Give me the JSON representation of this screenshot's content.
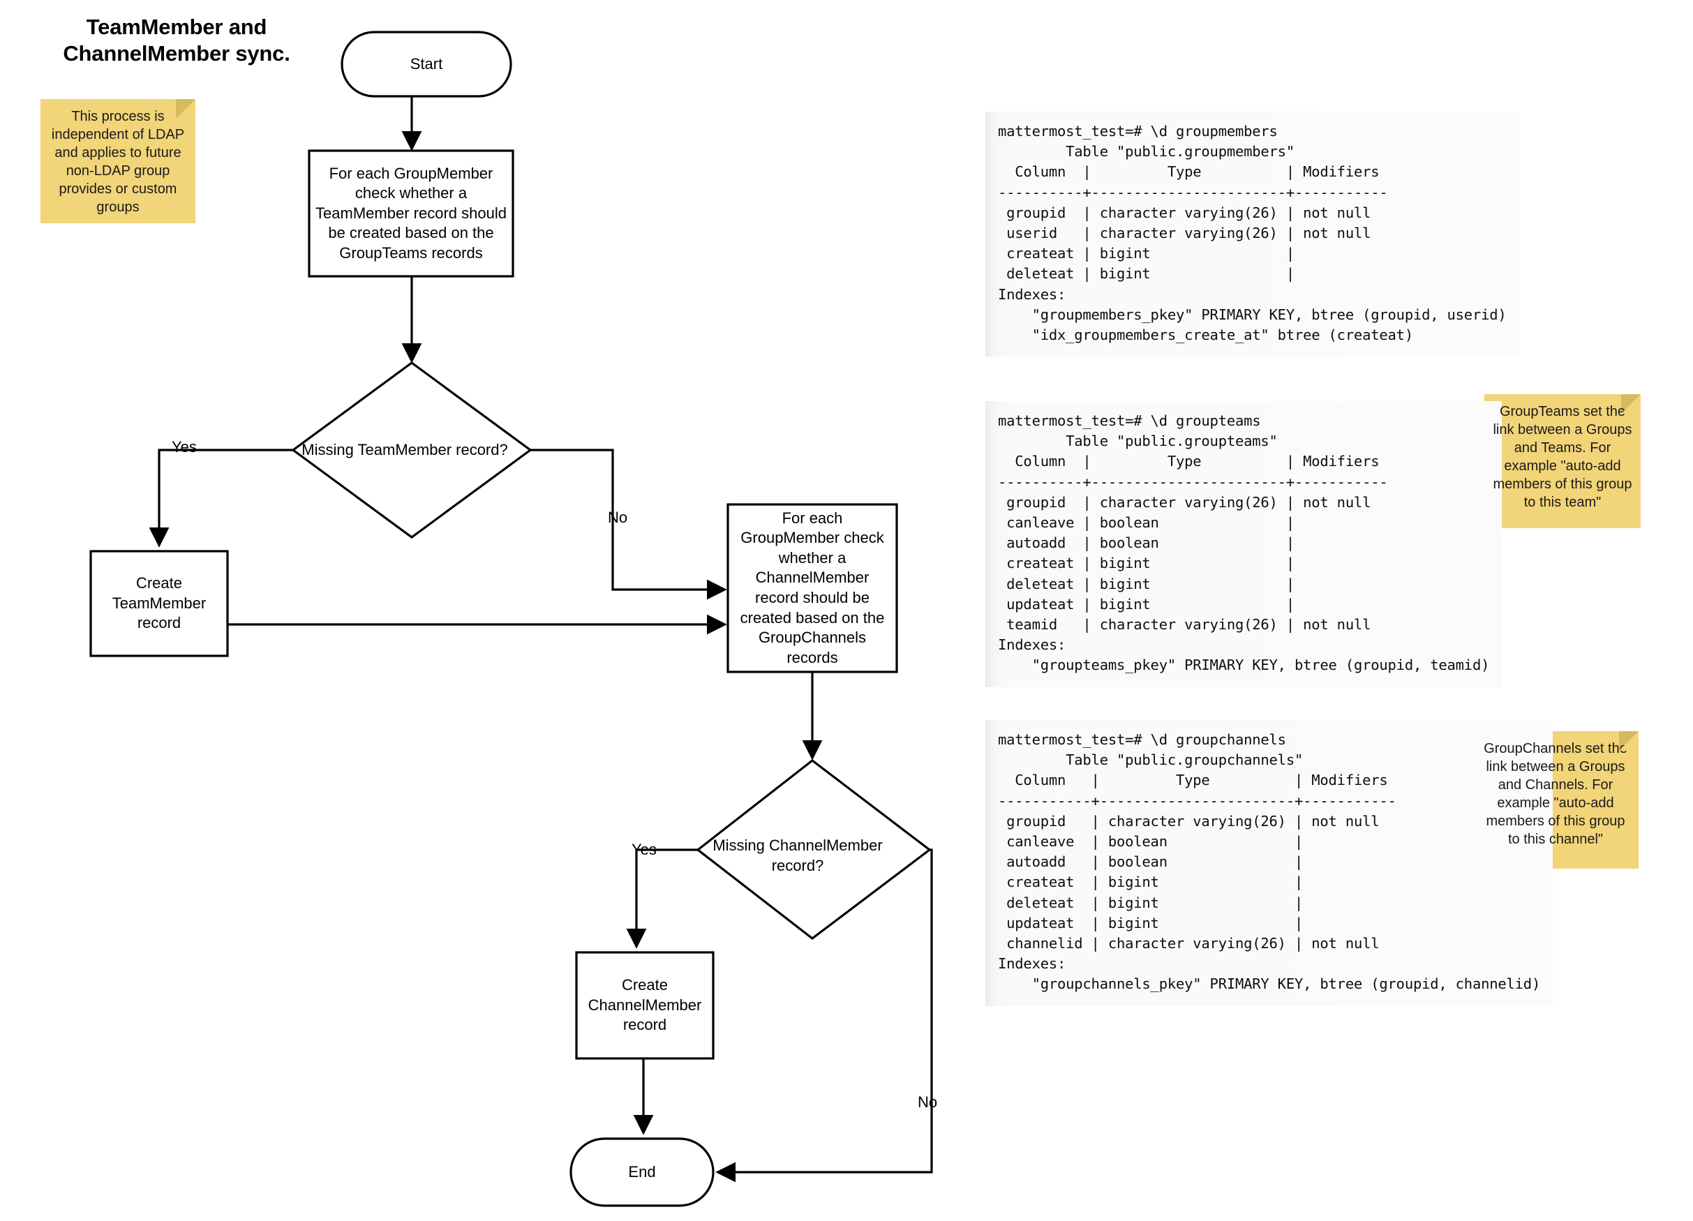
{
  "diagram": {
    "title": "TeamMember and\nChannelMember sync.",
    "nodes": {
      "start": "Start",
      "process_teammember": "For each GroupMember check whether a TeamMember record should be created based on the GroupTeams records",
      "decision_teammember": "Missing TeamMember record?",
      "create_teammember": "Create TeamMember record",
      "process_channelmember": "For each GroupMember check whether a ChannelMember record should be created based on the GroupChannels records",
      "decision_channelmember": "Missing ChannelMember record?",
      "create_channelmember": "Create ChannelMember record",
      "end": "End"
    },
    "edge_labels": {
      "yes_teammember": "Yes",
      "no_teammember": "No",
      "yes_channelmember": "Yes",
      "no_channelmember": "No"
    }
  },
  "notes": [
    {
      "id": "ldap",
      "text": "This process is independent of LDAP and applies to future non-LDAP group provides or custom groups"
    },
    {
      "id": "groupteams",
      "text": "GroupTeams set the link between a Groups and Teams. For example \"auto-add members of this group to this team\""
    },
    {
      "id": "groupchannels",
      "text": "GroupChannels set the link between a Groups and Channels. For example \"auto-add members of this group to this channel\""
    }
  ],
  "terminals": [
    {
      "id": "groupmembers",
      "prompt": "mattermost_test=# \\d groupmembers",
      "table_caption": "Table \"public.groupmembers\"",
      "header": " Column   |          Type          | Modifiers ",
      "separator": "----------+------------------------+-----------",
      "rows": [
        " groupid  | character varying(26) | not null",
        " userid   | character varying(26) | not null",
        " createat | bigint                |",
        " deleteat | bigint                |"
      ],
      "indexes_label": "Indexes:",
      "indexes": [
        "    \"groupmembers_pkey\" PRIMARY KEY, btree (groupid, userid)",
        "    \"idx_groupmembers_create_at\" btree (createat)"
      ],
      "text": "mattermost_test=# \\d groupmembers\n        Table \"public.groupmembers\"\n  Column  |         Type          | Modifiers\n----------+-----------------------+-----------\n groupid  | character varying(26) | not null\n userid   | character varying(26) | not null\n createat | bigint                |\n deleteat | bigint                |\nIndexes:\n    \"groupmembers_pkey\" PRIMARY KEY, btree (groupid, userid)\n    \"idx_groupmembers_create_at\" btree (createat)"
    },
    {
      "id": "groupteams",
      "prompt": "mattermost_test=# \\d groupteams",
      "table_caption": "Table \"public.groupteams\"",
      "text": "mattermost_test=# \\d groupteams\n        Table \"public.groupteams\"\n  Column  |         Type          | Modifiers\n----------+-----------------------+-----------\n groupid  | character varying(26) | not null\n canleave | boolean               |\n autoadd  | boolean               |\n createat | bigint                |\n deleteat | bigint                |\n updateat | bigint                |\n teamid   | character varying(26) | not null\nIndexes:\n    \"groupteams_pkey\" PRIMARY KEY, btree (groupid, teamid)"
    },
    {
      "id": "groupchannels",
      "prompt": "mattermost_test=# \\d groupchannels",
      "table_caption": "Table \"public.groupchannels\"",
      "text": "mattermost_test=# \\d groupchannels\n        Table \"public.groupchannels\"\n  Column   |         Type          | Modifiers\n-----------+-----------------------+-----------\n groupid   | character varying(26) | not null\n canleave  | boolean               |\n autoadd   | boolean               |\n createat  | bigint                |\n deleteat  | bigint                |\n updateat  | bigint                |\n channelid | character varying(26) | not null\nIndexes:\n    \"groupchannels_pkey\" PRIMARY KEY, btree (groupid, channelid)"
    }
  ],
  "colors": {
    "note_fill": "#f2d479",
    "note_fold": "#d7b95e",
    "stroke": "#000000",
    "terminal_bg": "#fafafa"
  }
}
